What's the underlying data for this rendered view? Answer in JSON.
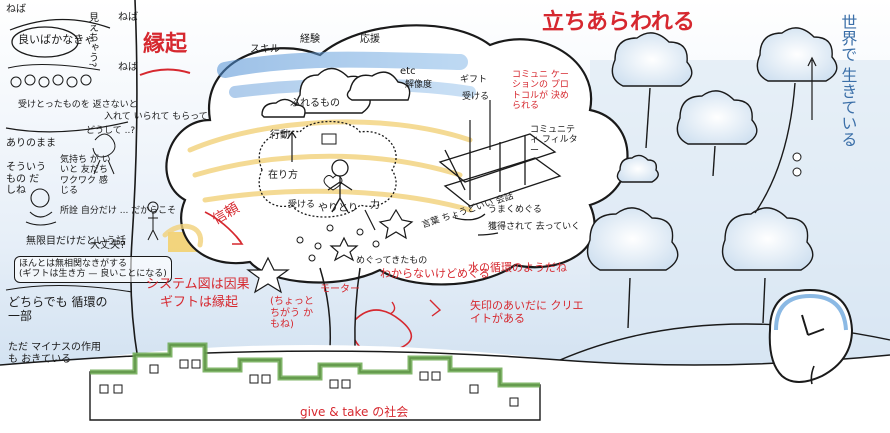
{
  "colors": {
    "accent_red": "#d6282f",
    "sky_blue": "#5a9bd8",
    "grass_green": "#6aa84f",
    "swirl_yellow": "#f2d27a",
    "ink": "#1a1a1a"
  },
  "left_panel": {
    "label_neba_1": "ねば",
    "balloon_ii": "良いばかなきゃ",
    "label_miezu": "見えちゃう?",
    "label_neba_2": "ねば",
    "label_neba_3": "ねば",
    "label_uketotta": "受けとったものを 返さないと",
    "label_aritai": "ありのまま",
    "label_dokyo": "どうして ..?",
    "label_irarete": "入れて いられて もらって",
    "label_sonna": "そういう もの だしね",
    "label_kimochi": "気持ち が いいと 友だち ワクワク 感じる",
    "label_shosen": "所詮 自分だけ ... だからこそ",
    "label_mugen": "無限目だけだという話",
    "label_daijyoubu": "大丈夫?",
    "box_hontou": "ほんとは無相関なきがする",
    "box_gift": "(ギフトは生き方 — 良いことになる)",
    "label_dochira": "どちらでも 循環の一部",
    "label_tada": "ただ マイナスの作用も おきている"
  },
  "main_cloud": {
    "title_engi": "縁起",
    "label_skill": "スキル",
    "label_keiken": "経験",
    "label_outen": "応援",
    "label_etc": "etc",
    "label_kaiketsu": "解像度",
    "label_gift_top": "ギフト",
    "label_ukeru": "受ける",
    "label_furumono": "ふれるもの",
    "label_kodo": "行動",
    "label_arikata": "在り方",
    "label_ukete": "受ける",
    "label_yaritori": "やりとり",
    "label_ryoku": "力",
    "label_shinrai": "信頼",
    "label_megurete": "めぐってきたもの",
    "label_kotoba": "言葉 ちょうどいい 会話",
    "label_umaku": "うまくめぐる",
    "label_kakutoku": "獲得されて 去っていく",
    "label_communi_1": "コミュニ ケーションの プロトコルが 決められる",
    "label_communi_2": "コミュニティ フィルター"
  },
  "center_notes": {
    "system_line": "システム図は因果",
    "gift_line": "ギフトは縁起",
    "chotto": "(ちょっと ちがう かもね)",
    "mota": "モーター",
    "wakaranai": "わからないけどめぐる",
    "mizu": "水の循環のようだね",
    "yajirushi": "矢印のあいだに クリエイトがある"
  },
  "right_panel": {
    "title_tachiarawareru": "立ちあらわれる",
    "vertical_sekai": "世界で 生きている"
  },
  "footer": {
    "give_take": "give & take の社会"
  }
}
